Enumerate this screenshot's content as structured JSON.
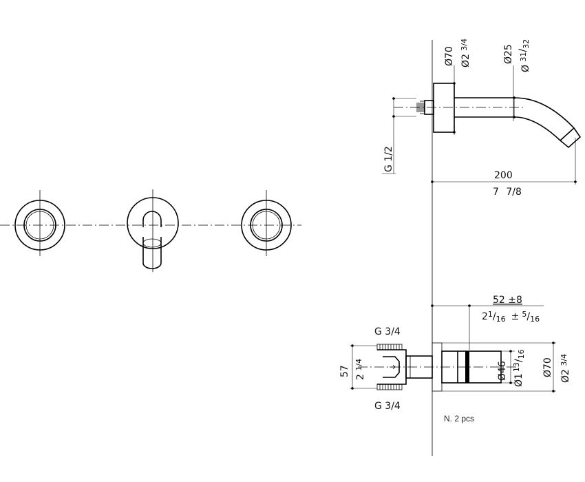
{
  "dimensions": {
    "top_flange_dia_mm": "Ø70",
    "top_flange_dia_in_whole": "Ø2",
    "top_flange_dia_in_frac": "3/4",
    "spout_dia_mm": "Ø25",
    "spout_dia_in_whole": "Ø",
    "spout_dia_in_frac_num": "31",
    "spout_dia_in_frac_den": "32",
    "inlet_thread": "G 1/2",
    "spout_length_mm": "200",
    "spout_length_in_whole": "7",
    "spout_length_in_frac": "7/8",
    "depth_mm": "52 ±8",
    "depth_in_whole": "2",
    "depth_in_frac_num": "1",
    "depth_in_frac_den": "16",
    "depth_in_tol": "±",
    "depth_in_tol_num": "5",
    "depth_in_tol_den": "16",
    "thread_top": "G 3/4",
    "thread_bottom": "G 3/4",
    "body_height_mm": "57",
    "body_height_in_whole": "2",
    "body_height_in_frac": "1/4",
    "cartridge_dia_mm": "Ø46",
    "cartridge_dia_in_whole": "Ø1",
    "cartridge_dia_in_frac_num": "13",
    "cartridge_dia_in_frac_den": "16",
    "bottom_flange_dia_mm": "Ø70",
    "bottom_flange_dia_in_whole": "Ø2",
    "bottom_flange_dia_in_frac": "3/4"
  },
  "note": "N. 2 pcs"
}
